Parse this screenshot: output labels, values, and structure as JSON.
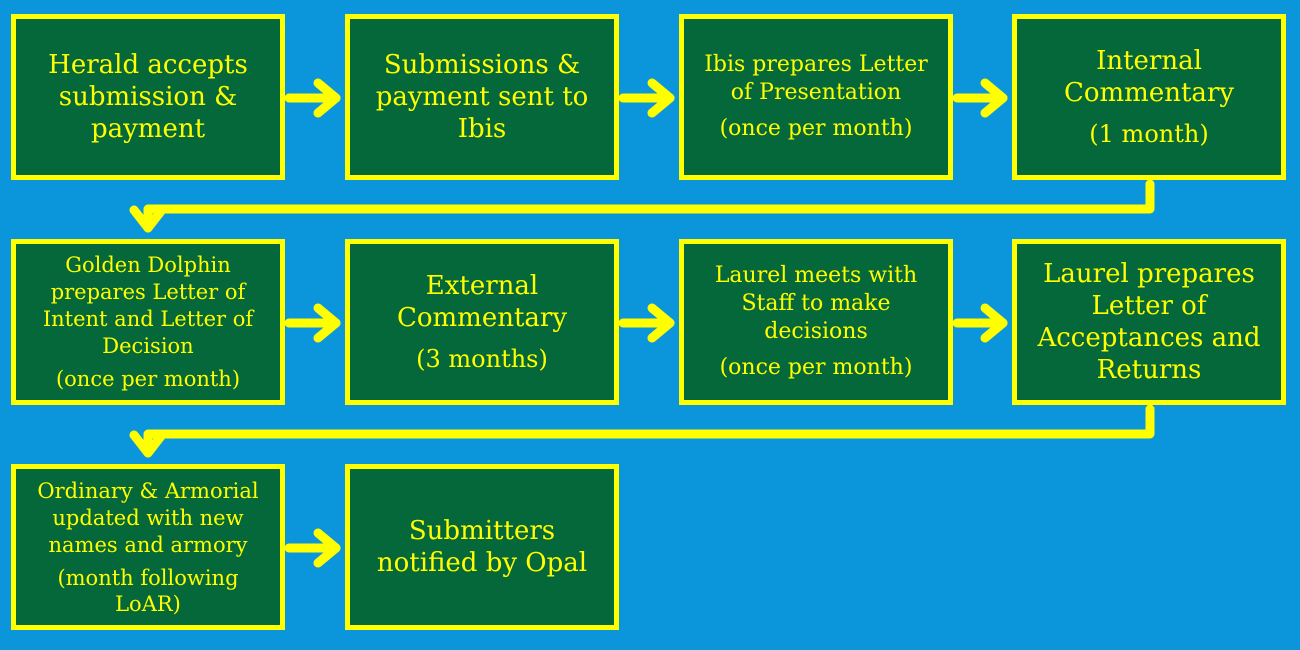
{
  "background_color": "#0b96dc",
  "box_color": "#05683a",
  "accent_color": "#ffff00",
  "steps": [
    {
      "main": "Herald accepts submission & payment",
      "sub": ""
    },
    {
      "main": "Submissions & payment sent to Ibis",
      "sub": ""
    },
    {
      "main": "Ibis prepares Letter of Presentation",
      "sub": "(once per month)"
    },
    {
      "main": "Internal Commentary",
      "sub": "(1 month)"
    },
    {
      "main": "Golden Dolphin prepares Letter of Intent and Letter of Decision",
      "sub": "(once per month)"
    },
    {
      "main": "External Commentary",
      "sub": "(3 months)"
    },
    {
      "main": "Laurel meets with Staff to make decisions",
      "sub": "(once per month)"
    },
    {
      "main": "Laurel prepares Letter of Acceptances and Returns",
      "sub": ""
    },
    {
      "main": "Ordinary & Armorial updated with new names and armory",
      "sub": "(month following LoAR)"
    },
    {
      "main": "Submitters notified by Opal",
      "sub": ""
    }
  ]
}
